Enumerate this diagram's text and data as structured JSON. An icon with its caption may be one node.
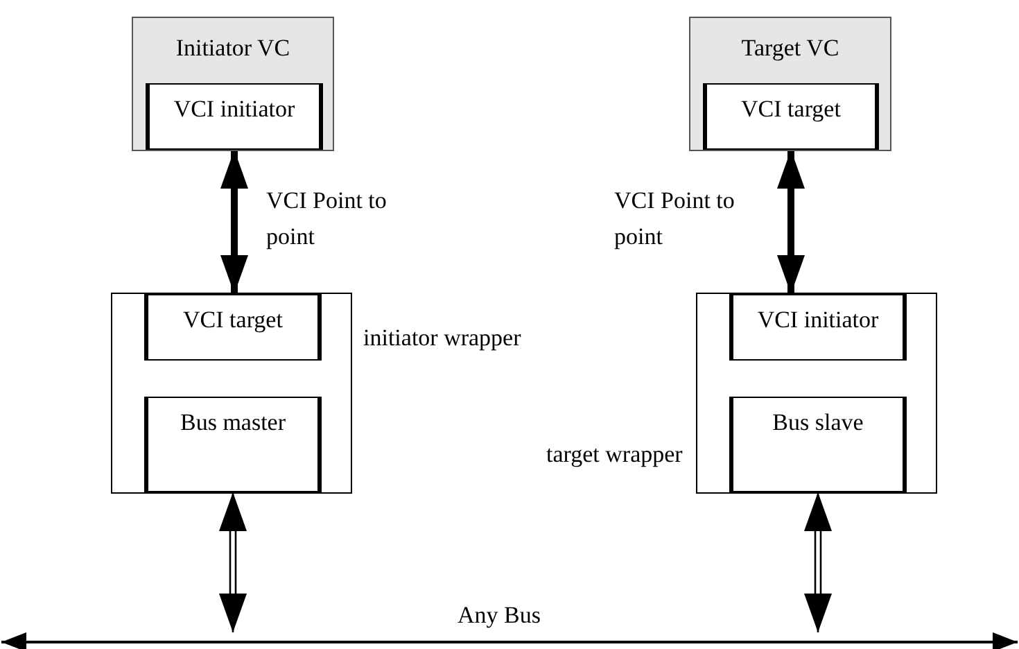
{
  "diagram": {
    "nodes": [
      {
        "text": [
          "Initiator VC"
        ]
      },
      {
        "text": [
          "VCI initiator"
        ],
        "in": 0
      },
      {
        "text": [
          "Target VC"
        ]
      },
      {
        "text": [
          "VCI target"
        ],
        "in": 2
      },
      {
        "text": [],
        "shape": "box",
        "beside": [
          "initiator wrapper"
        ]
      },
      {
        "text": [
          "VCI target"
        ],
        "in": 4
      },
      {
        "text": [
          "Bus master"
        ],
        "in": 4
      },
      {
        "text": [],
        "shape": "box",
        "beside": [
          "target wrapper"
        ]
      },
      {
        "text": [
          "VCI initiator"
        ],
        "in": 7
      },
      {
        "text": [
          "Bus slave"
        ],
        "in": 7
      },
      {
        "text": [],
        "shape": "bar",
        "beside": [
          "Any Bus"
        ]
      }
    ],
    "edges": [
      {
        "from": 1,
        "to": 5,
        "arrow": "both",
        "style": "thick",
        "label": "VCI Point to point"
      },
      {
        "from": 3,
        "to": 8,
        "arrow": "both",
        "style": "thick",
        "label": "VCI Point to point"
      },
      {
        "from": 6,
        "to": 10,
        "arrow": "both"
      },
      {
        "from": 9,
        "to": 10,
        "arrow": "both"
      }
    ]
  }
}
